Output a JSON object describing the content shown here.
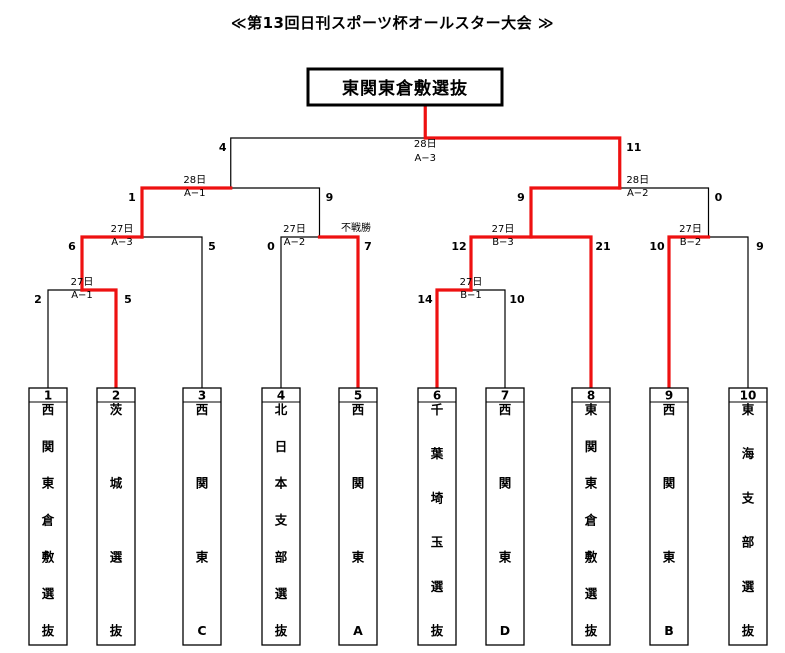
{
  "title": "≪第13回日刊スポーツ杯オールスター大会 ≫",
  "champion": "東関東倉敷選抜",
  "teams": [
    {
      "seed": "1",
      "name": [
        "西",
        "関",
        "東",
        "倉",
        "敷",
        "選",
        "抜"
      ]
    },
    {
      "seed": "2",
      "name": [
        "茨",
        "城",
        "選",
        "抜"
      ]
    },
    {
      "seed": "3",
      "name": [
        "西",
        "関",
        "東",
        "C"
      ]
    },
    {
      "seed": "4",
      "name": [
        "北",
        "日",
        "本",
        "支",
        "部",
        "選",
        "抜"
      ]
    },
    {
      "seed": "5",
      "name": [
        "西",
        "関",
        "東",
        "A"
      ]
    },
    {
      "seed": "6",
      "name": [
        "千",
        "葉",
        "埼",
        "玉",
        "選",
        "抜"
      ]
    },
    {
      "seed": "7",
      "name": [
        "西",
        "関",
        "東",
        "D"
      ]
    },
    {
      "seed": "8",
      "name": [
        "東",
        "関",
        "東",
        "倉",
        "敷",
        "選",
        "抜"
      ]
    },
    {
      "seed": "9",
      "name": [
        "西",
        "関",
        "東",
        "B"
      ]
    },
    {
      "seed": "10",
      "name": [
        "東",
        "海",
        "支",
        "部",
        "選",
        "抜"
      ]
    }
  ],
  "matches": {
    "A1": {
      "date": "27日",
      "code": "A−1",
      "left_score": "2",
      "right_score": "5"
    },
    "B1": {
      "date": "27日",
      "code": "B−1",
      "left_score": "14",
      "right_score": "10"
    },
    "A3": {
      "date": "27日",
      "code": "A−3",
      "left_score": "6",
      "right_score": "5"
    },
    "A2": {
      "date": "27日",
      "code": "A−2",
      "left_score": "0",
      "right_score": "7",
      "note": "不戦勝"
    },
    "B3": {
      "date": "27日",
      "code": "B−3",
      "left_score": "12",
      "right_score": "21"
    },
    "B2": {
      "date": "27日",
      "code": "B−2",
      "left_score": "10",
      "right_score": "9"
    },
    "SF1": {
      "date": "28日",
      "code": "A−1",
      "left_score": "1",
      "right_score": "9"
    },
    "SF2": {
      "date": "28日",
      "code": "A−2",
      "left_score": "9",
      "right_score": "0"
    },
    "F": {
      "date": "28日",
      "code": "A−3",
      "left_score": "4",
      "right_score": "11"
    }
  },
  "colors": {
    "win": "#ee1111",
    "line": "#000000"
  }
}
